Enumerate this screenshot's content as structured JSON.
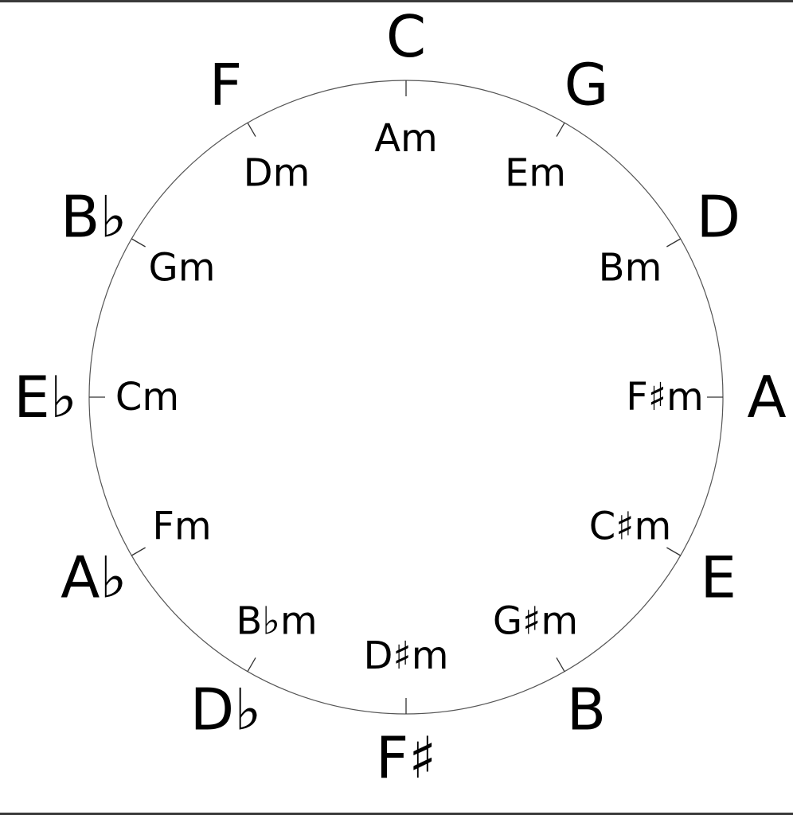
{
  "diagram": {
    "major_keys": [
      "C",
      "G",
      "D",
      "A",
      "E",
      "B",
      "F♯",
      "D♭",
      "A♭",
      "E♭",
      "B♭",
      "F"
    ],
    "minor_keys": [
      "Am",
      "Em",
      "Bm",
      "F♯m",
      "C♯m",
      "G♯m",
      "D♯m",
      "B♭m",
      "Fm",
      "Cm",
      "Gm",
      "Dm"
    ]
  }
}
